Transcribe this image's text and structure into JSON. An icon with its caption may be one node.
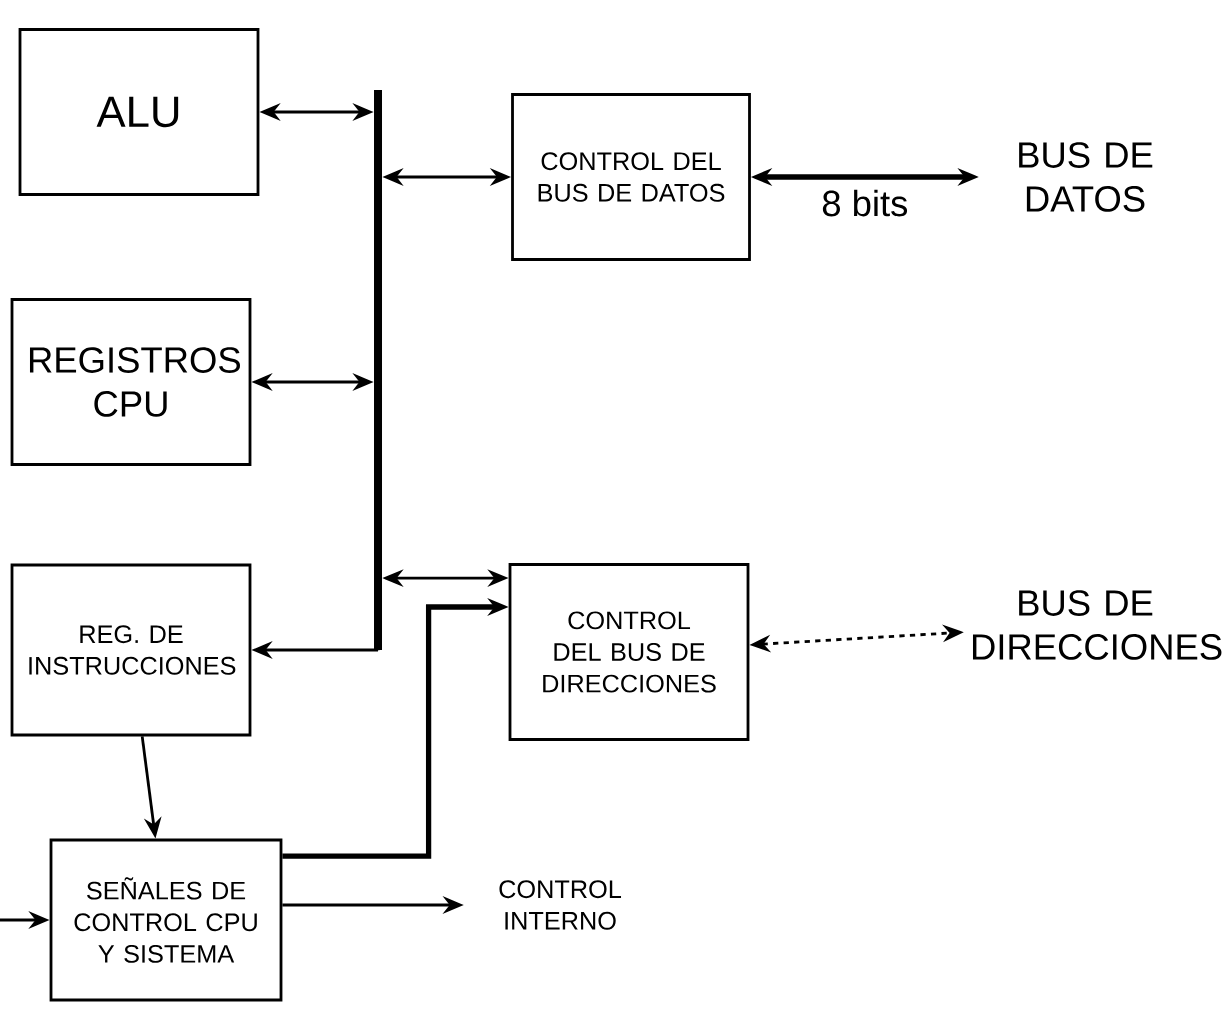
{
  "diagram": {
    "nodes": [
      {
        "text": [
          "ALU"
        ]
      },
      {
        "text": [
          "REGISTROS CPU"
        ]
      },
      {
        "text": [
          "REG. DE INSTRUCCIONES"
        ]
      },
      {
        "text": [
          "SEÑALES DE CONTROL CPU Y SISTEMA"
        ]
      },
      {
        "text": [],
        "shape": "bar"
      },
      {
        "text": [
          "CONTROL DEL BUS DE DATOS"
        ]
      },
      {
        "text": [
          "CONTROL DEL BUS DE DIRECCIONES"
        ]
      },
      {
        "text": [
          "BUS DE DATOS"
        ]
      },
      {
        "text": [
          "BUS DE DIRECCIONES"
        ]
      },
      {
        "text": [
          "CONTROL INTERNO"
        ]
      }
    ],
    "edges": [
      {
        "from": 0,
        "to": 4,
        "arrow": "both"
      },
      {
        "from": 1,
        "to": 4,
        "arrow": "both"
      },
      {
        "from": 4,
        "to": 2,
        "arrow": "to"
      },
      {
        "from": 4,
        "to": 5,
        "arrow": "both"
      },
      {
        "from": 4,
        "to": 6,
        "arrow": "both"
      },
      {
        "from": 5,
        "to": 7,
        "arrow": "both",
        "label": "8 bits",
        "style": "thick"
      },
      {
        "from": 6,
        "to": 8,
        "arrow": "both",
        "style": "dashed"
      },
      {
        "from": 2,
        "to": 3,
        "arrow": "to"
      },
      {
        "from": 3,
        "to": 6,
        "arrow": "to",
        "style": "thick"
      },
      {
        "from": 3,
        "to": 9,
        "arrow": "to"
      },
      {
        "from": null,
        "to": 3,
        "arrow": "to"
      }
    ]
  }
}
